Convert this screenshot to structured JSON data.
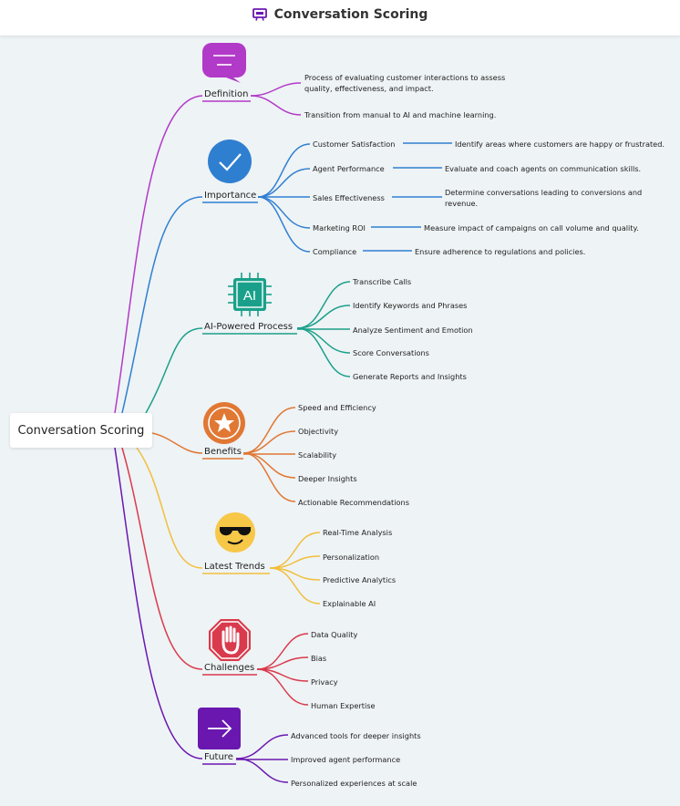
{
  "header": {
    "title": "Conversation Scoring",
    "icon": "presentation-icon"
  },
  "root": {
    "label": "Conversation Scoring"
  },
  "colors": {
    "definition": "#b23ac8",
    "importance": "#2f7fd1",
    "ai": "#1aa08a",
    "benefits": "#e07834",
    "trends": "#f2bf3c",
    "challenges": "#d93a4c",
    "future": "#6a17b0"
  },
  "branches": {
    "definition": {
      "label": "Definition",
      "icon": "speech-bubble-icon",
      "items": [
        "Process of evaluating customer interactions to assess quality, effectiveness, and impact.",
        "Transition from manual to AI and machine learning."
      ]
    },
    "importance": {
      "label": "Importance",
      "icon": "checkmark-icon",
      "items": [
        {
          "label": "Customer Satisfaction",
          "detail": "Identify areas where customers are happy or frustrated."
        },
        {
          "label": "Agent Performance",
          "detail": "Evaluate and coach agents on communication skills."
        },
        {
          "label": "Sales Effectiveness",
          "detail": "Determine conversations leading to conversions and revenue."
        },
        {
          "label": "Marketing ROI",
          "detail": "Measure impact of campaigns on call volume and quality."
        },
        {
          "label": "Compliance",
          "detail": "Ensure adherence to regulations and policies."
        }
      ]
    },
    "ai": {
      "label": "AI-Powered Process",
      "icon": "ai-chip-icon",
      "icon_text": "AI",
      "items": [
        "Transcribe Calls",
        "Identify Keywords and Phrases",
        "Analyze Sentiment and Emotion",
        "Score Conversations",
        "Generate Reports and Insights"
      ]
    },
    "benefits": {
      "label": "Benefits",
      "icon": "star-badge-icon",
      "items": [
        "Speed and Efficiency",
        "Objectivity",
        "Scalability",
        "Deeper Insights",
        "Actionable Recommendations"
      ]
    },
    "trends": {
      "label": "Latest Trends",
      "icon": "sunglasses-emoji-icon",
      "items": [
        "Real-Time Analysis",
        "Personalization",
        "Predictive Analytics",
        "Explainable AI"
      ]
    },
    "challenges": {
      "label": "Challenges",
      "icon": "stop-hand-icon",
      "items": [
        "Data Quality",
        "Bias",
        "Privacy",
        "Human Expertise"
      ]
    },
    "future": {
      "label": "Future",
      "icon": "arrow-right-icon",
      "items": [
        "Advanced tools for deeper insights",
        "Improved agent performance",
        "Personalized experiences at scale"
      ]
    }
  }
}
